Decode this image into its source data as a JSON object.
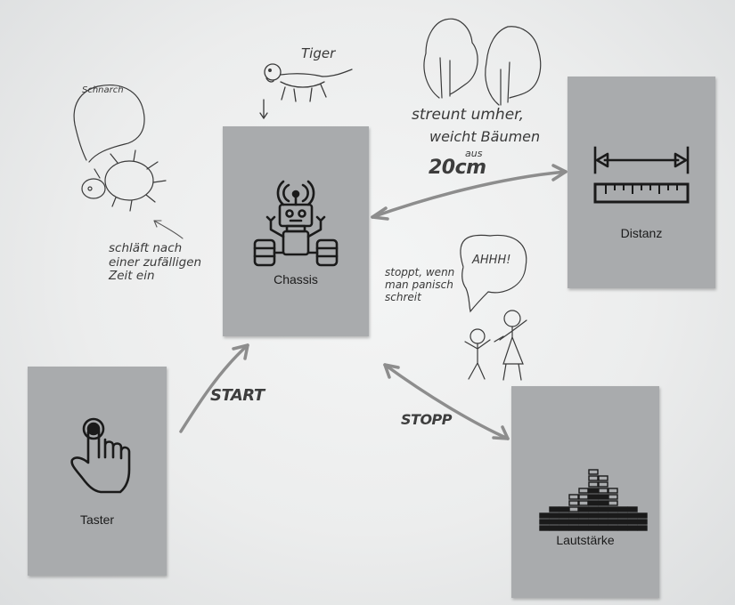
{
  "cards": {
    "chassis": "Chassis",
    "distanz": "Distanz",
    "taster": "Taster",
    "lautstaerke": "Lautstärke"
  },
  "notes": {
    "schnarch": "Schnarch",
    "tiger": "Tiger",
    "sleep": "schläft nach\neiner zufälligen\nZeit ein",
    "roam_line1": "streunt umher,",
    "roam_line2": "weicht Bäumen",
    "roam_line3": "aus",
    "roam_distance": "20cm",
    "stop_scream": "stoppt, wenn\nman panisch\nschreit",
    "ahhh": "AHHH!",
    "start": "START",
    "stopp": "STOPP"
  },
  "colors": {
    "card": "#a9abad",
    "pen": "#3a3a3a",
    "arrow": "#8d8d8d",
    "icon": "#1a1a1a"
  }
}
